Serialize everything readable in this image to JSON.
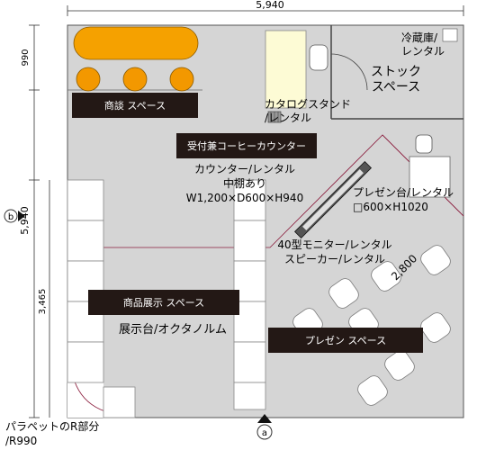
{
  "dimensions": {
    "width_total": "5,940",
    "depth_total": "5,940",
    "top_depth": "990",
    "left_section": "3,465",
    "diagonal": "2,800"
  },
  "markers": {
    "side_b": "b",
    "side_a": "a"
  },
  "zones": {
    "negotiation": "商談 スペース",
    "reception": "受付兼コーヒーカウンター",
    "product": "商品展示 スペース",
    "presentation": "プレゼン スペース",
    "stock": "ストック\nスペース"
  },
  "annotations": {
    "fridge": "冷蔵庫/\nレンタル",
    "catalog": "カタログスタンド\n/レンタル",
    "counter": "カウンター/レンタル\n中棚あり\nW1,200×D600×H940",
    "podium": "プレゼン台/レンタル\n□600×H1020",
    "monitor": "40型モニター/レンタル\nスピーカー/レンタル",
    "display": "展示台/オクタノルム",
    "parapet": "パラペットのR部分\n/R990"
  },
  "colors": {
    "floor": "#d5d5d5",
    "label_bg": "#231815",
    "label_text": "#ffffff",
    "table": "#f5a100",
    "chair": "#f39800",
    "catalog_stand": "#fdfbd5",
    "wall_line": "#8a1c3c"
  }
}
